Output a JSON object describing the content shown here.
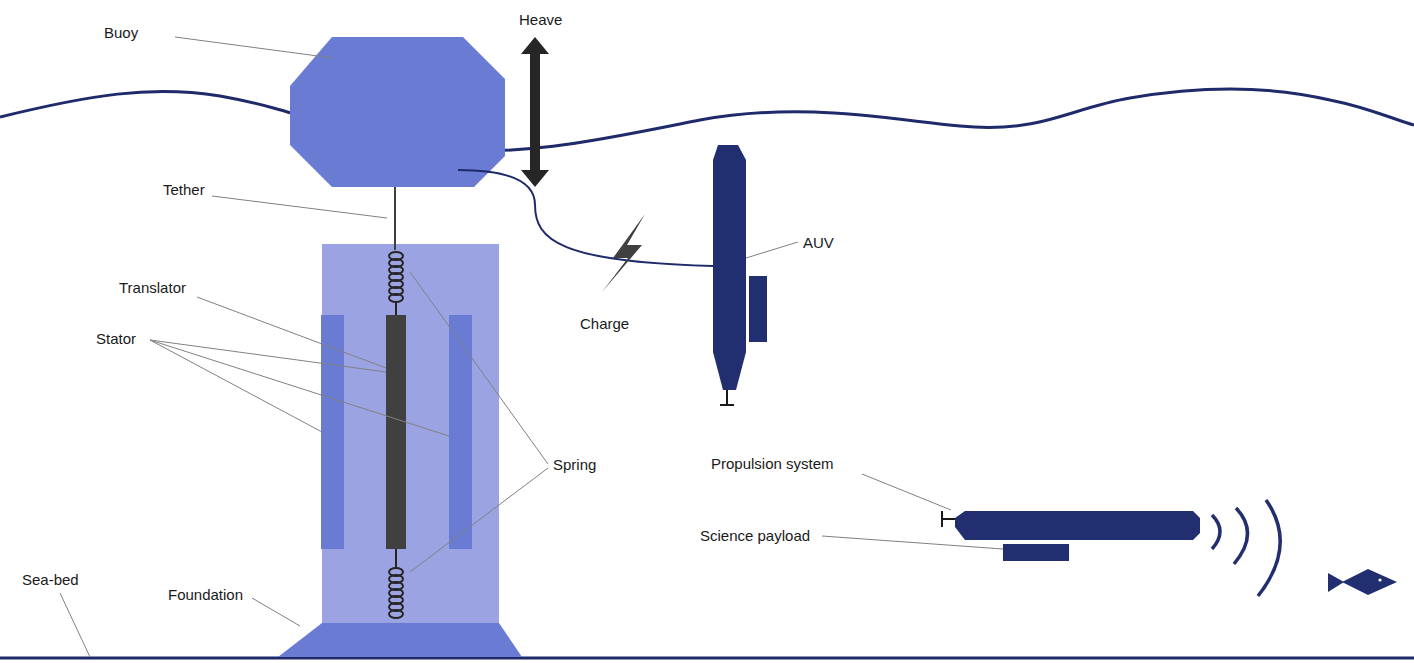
{
  "diagram": {
    "labels": [
      "Buoy",
      "Heave",
      "Tether",
      "AUV",
      "Translator",
      "Stator",
      "Charge",
      "Spring",
      "Propulsion system",
      "Science payload",
      "Sea-bed",
      "Foundation"
    ]
  }
}
